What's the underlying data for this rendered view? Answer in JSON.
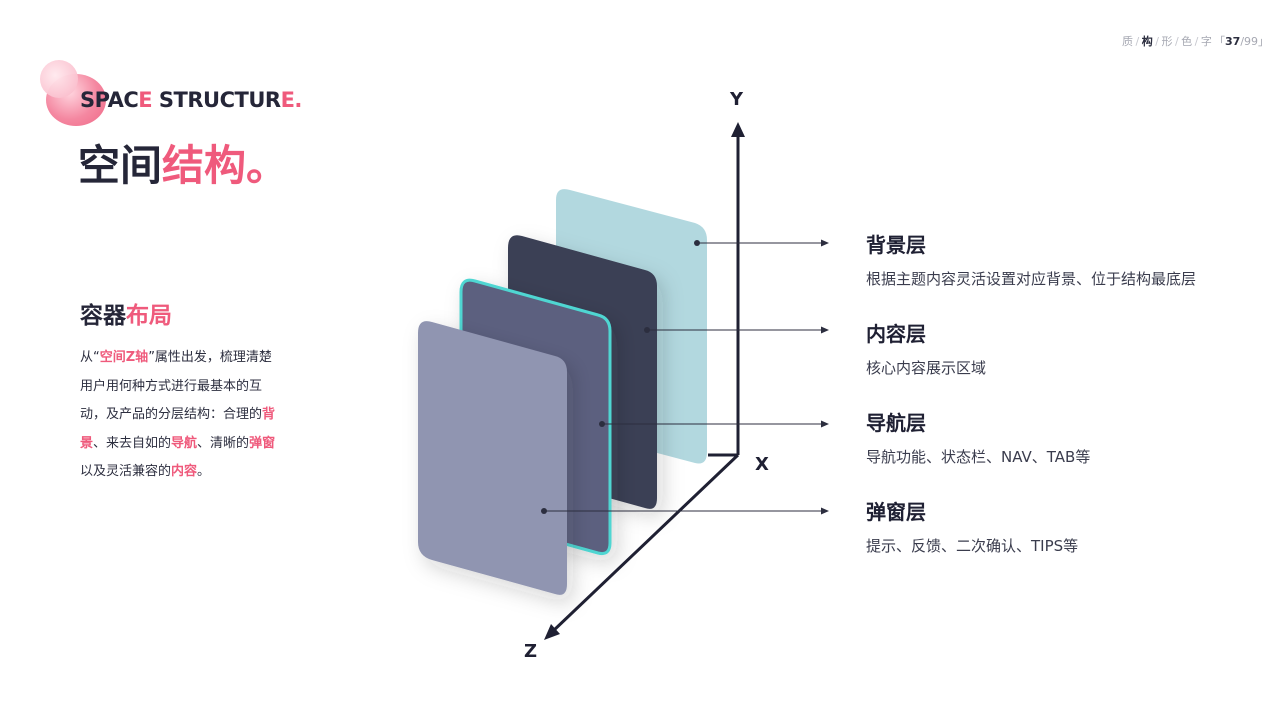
{
  "header": {
    "nav": [
      "质",
      "构",
      "形",
      "色",
      "字"
    ],
    "nav_active": "构",
    "page_current": "37",
    "page_total": "99",
    "page_open": "「",
    "page_close": "」"
  },
  "title": {
    "en_a": "SPAC",
    "en_b": "E",
    "en_c": " STRUCTUR",
    "en_d": "E.",
    "cn_a": "空间",
    "cn_b": "结构。"
  },
  "section": {
    "title_a": "容器",
    "title_b": "布局",
    "desc": [
      {
        "t": "从“",
        "h": false
      },
      {
        "t": "空间Z轴",
        "h": true
      },
      {
        "t": "”属性出发，梳理清楚用户用何种方式进行最基本的互动，及产品的分层结构：合理的",
        "h": false
      },
      {
        "t": "背景",
        "h": true
      },
      {
        "t": "、来去自如的",
        "h": false
      },
      {
        "t": "导航",
        "h": true
      },
      {
        "t": "、清晰的",
        "h": false
      },
      {
        "t": "弹窗",
        "h": true
      },
      {
        "t": "以及灵活兼容的",
        "h": false
      },
      {
        "t": "内容",
        "h": true
      },
      {
        "t": "。",
        "h": false
      }
    ]
  },
  "axes": {
    "y": "Y",
    "x": "X",
    "z": "Z"
  },
  "layers": [
    {
      "title": "背景层",
      "desc": "根据主题内容灵活设置对应背景、位于结构最底层"
    },
    {
      "title": "内容层",
      "desc": "核心内容展示区域"
    },
    {
      "title": "导航层",
      "desc": "导航功能、状态栏、NAV、TAB等"
    },
    {
      "title": "弹窗层",
      "desc": "提示、反馈、二次确认、TIPS等"
    }
  ],
  "colors": {
    "accent": "#ef5a7c",
    "dark": "#252638",
    "layer_background": "#a9d3da",
    "layer_content": "#3a3f55",
    "layer_nav": "#5b617f",
    "layer_nav_border": "#4fd6d2",
    "layer_popup": "#9095b1"
  }
}
